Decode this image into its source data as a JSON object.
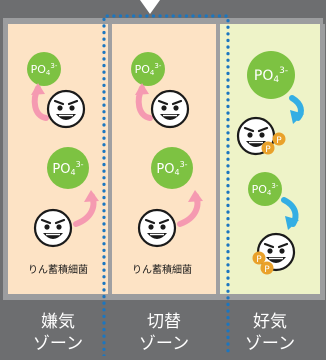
{
  "bacteria_label": "りん蓄積細菌",
  "phosphate": {
    "base": "PO",
    "sub": "4",
    "sup": "3-"
  },
  "p_badge": "P",
  "zones": [
    {
      "name": "嫌気",
      "sub": "ゾーン"
    },
    {
      "name": "切替",
      "sub": "ゾーン"
    },
    {
      "name": "好気",
      "sub": "ゾーン"
    }
  ],
  "colors": {
    "anaerobic_fill": "#fde3c5",
    "switch_fill": "#fde3c5",
    "aerobic_fill": "#eef3c8",
    "phosphate_green": "#7dc242",
    "arrow_pink": "#f59ab1",
    "arrow_blue": "#33aee4",
    "dotted_blue": "#1b76c0",
    "background": "#6d6e70",
    "badge_orange": "#e9a12a"
  },
  "icons": [
    "bacteria-face-icon",
    "phosphate-icon",
    "release-arrow-icon",
    "uptake-arrow-icon",
    "phosphorus-badge-icon"
  ]
}
